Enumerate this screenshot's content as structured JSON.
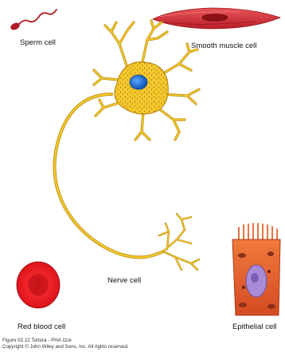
{
  "labels": {
    "sperm": "Sperm cell",
    "smooth_muscle": "Smooth muscle cell",
    "nerve": "Nerve cell",
    "red_blood": "Red blood cell",
    "epithelial": "Epithelial cell"
  },
  "caption": {
    "line1": "Figure 02.22  Tortora - PHA 11/e",
    "line2": "Copyright © John Wiley and Sons, Inc. All rights reserved."
  },
  "colors": {
    "sperm": "#b11a22",
    "smooth_muscle": "#d8343a",
    "neuron": "#f2c92b",
    "neuron_outline": "#b98a12",
    "nucleus": "#1f6fd6",
    "red_blood": "#e0161c",
    "epithelial": "#e8632e",
    "epithelial_nucleus": "#a98ad6"
  }
}
